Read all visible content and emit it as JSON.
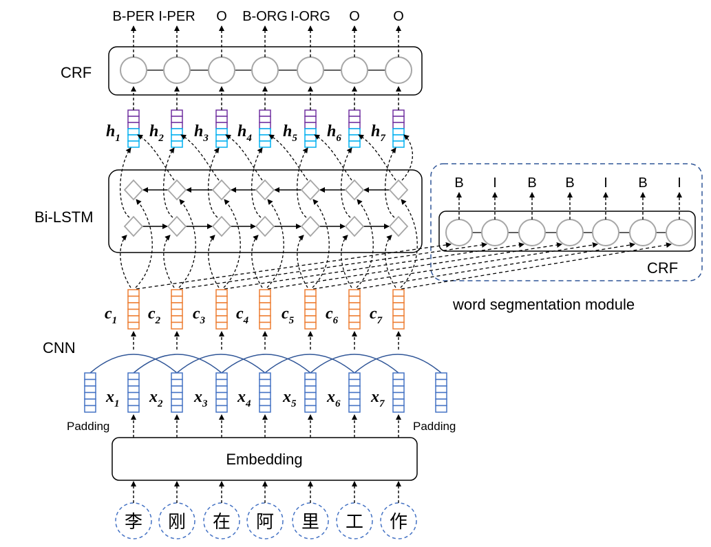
{
  "crf_label": "CRF",
  "bilstm_label": "Bi-LSTM",
  "cnn_label": "CNN",
  "embedding_label": "Embedding",
  "padding_left": "Padding",
  "padding_right": "Padding",
  "output_tags": [
    "B-PER",
    "I-PER",
    "O",
    "B-ORG",
    "I-ORG",
    "O",
    "O"
  ],
  "hidden_var": "h",
  "char_var": "c",
  "input_var": "x",
  "indices": [
    "1",
    "2",
    "3",
    "4",
    "5",
    "6",
    "7"
  ],
  "characters": [
    "李",
    "刚",
    "在",
    "阿",
    "里",
    "工",
    "作"
  ],
  "seg_module": {
    "crf_label": "CRF",
    "title": "word segmentation module",
    "tags": [
      "B",
      "I",
      "B",
      "B",
      "I",
      "B",
      "I"
    ]
  },
  "colors": {
    "hidden_top": "#7030a0",
    "hidden_bottom": "#00b0f0",
    "char_vector": "#ed7d31",
    "input_vector": "#4472c4",
    "dashed_circle": "#4472c4",
    "node_gray": "#a6a6a6",
    "cnn_arc": "#2f5597"
  }
}
